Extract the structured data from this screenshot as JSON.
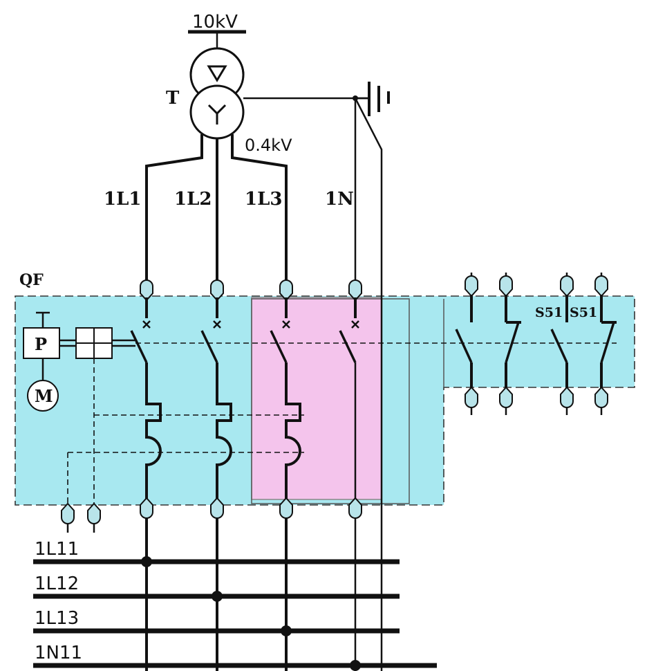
{
  "supply": {
    "hv_label": "10kV",
    "lv_label": "0.4kV",
    "transformer_label": "T"
  },
  "phases": [
    "1L1",
    "1L2",
    "1L3",
    "1N"
  ],
  "breaker": {
    "label": "QF",
    "p_label": "P",
    "m_label": "M",
    "aux_labels": [
      "S51",
      "S51"
    ]
  },
  "buses": [
    "1L11",
    "1L12",
    "1L13",
    "1N11"
  ],
  "colors": {
    "breaker_zone": "#a8e8f0",
    "highlight_zone": "#f4c4ec",
    "line": "#111111"
  }
}
